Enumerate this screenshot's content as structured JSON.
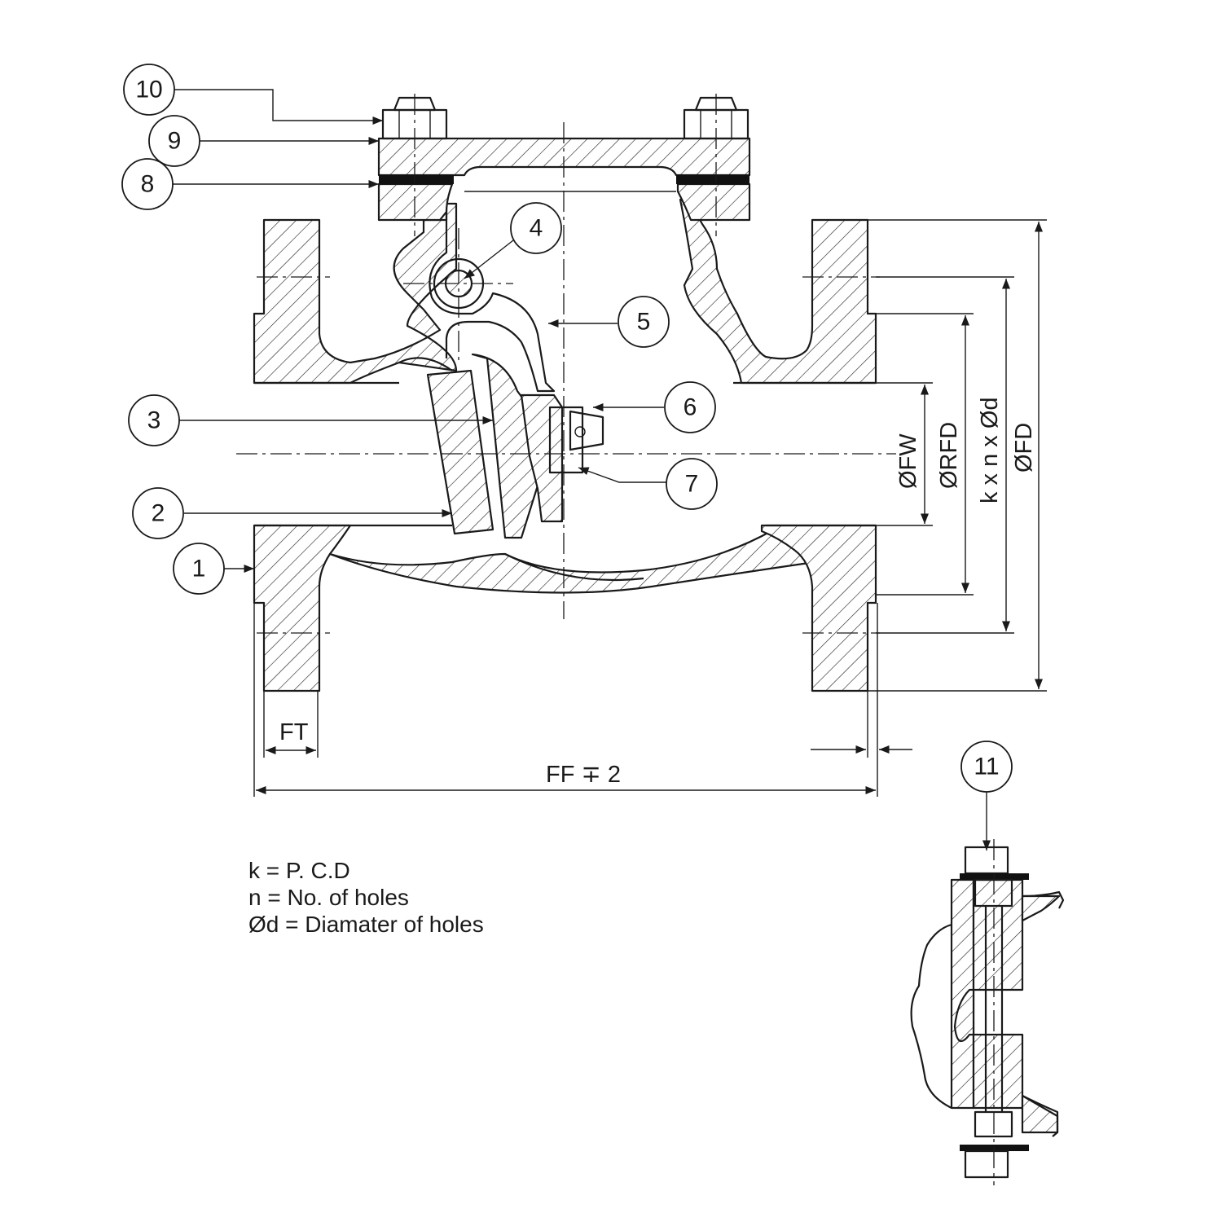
{
  "balloons": [
    {
      "id": "b10",
      "label": "10"
    },
    {
      "id": "b9",
      "label": "9"
    },
    {
      "id": "b8",
      "label": "8"
    },
    {
      "id": "b4",
      "label": "4"
    },
    {
      "id": "b5",
      "label": "5"
    },
    {
      "id": "b6",
      "label": "6"
    },
    {
      "id": "b3",
      "label": "3"
    },
    {
      "id": "b7",
      "label": "7"
    },
    {
      "id": "b2",
      "label": "2"
    },
    {
      "id": "b1",
      "label": "1"
    },
    {
      "id": "b11",
      "label": "11"
    }
  ],
  "dimensions": {
    "fw": "ØFW",
    "rfd": "ØRFD",
    "pcd_holes": "k x n x Ød",
    "fd": "ØFD",
    "ft": "FT",
    "ff": "FF ∓ 2"
  },
  "notes": {
    "line1": "k = P. C.D",
    "line2": "n = No. of holes",
    "line3": "Ød = Diamater of holes"
  }
}
